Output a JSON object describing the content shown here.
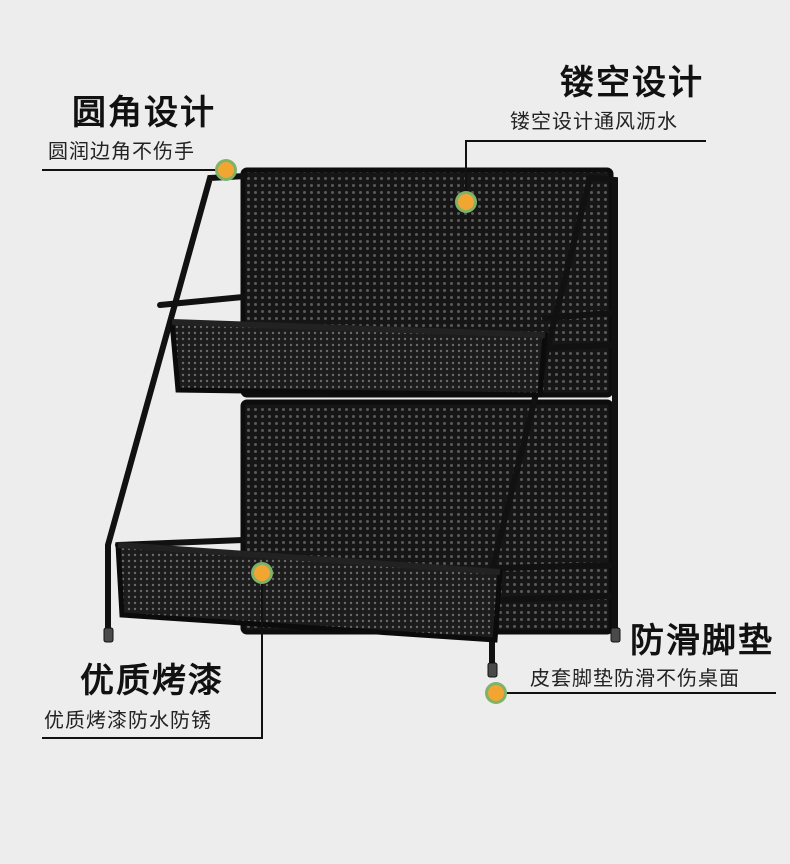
{
  "features": {
    "rounded": {
      "title": "圆角设计",
      "subtitle": "圆润边角不伤手"
    },
    "hollow": {
      "title": "镂空设计",
      "subtitle": "镂空设计通风沥水"
    },
    "paint": {
      "title": "优质烤漆",
      "subtitle": "优质烤漆防水防锈"
    },
    "pads": {
      "title": "防滑脚垫",
      "subtitle": "皮套脚垫防滑不伤桌面"
    }
  },
  "colors": {
    "background": "#ededed",
    "rack": "#1a1a1a",
    "marker": "#f2a531",
    "marker_ring": "#7fb36a"
  }
}
